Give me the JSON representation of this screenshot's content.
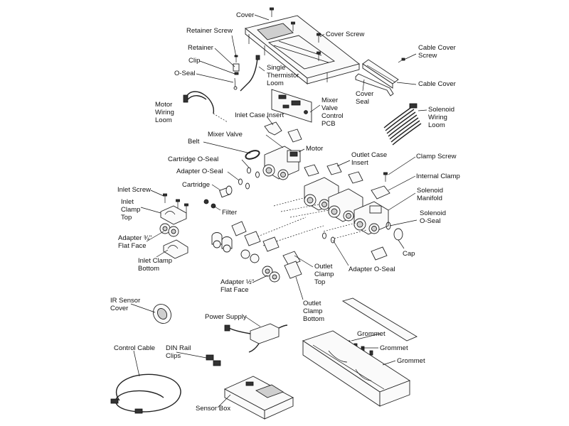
{
  "labels": {
    "cover": "Cover",
    "cover_screw": "Cover Screw",
    "retainer_screw": "Retainer Screw",
    "retainer": "Retainer",
    "clip": "Clip",
    "o_seal": "O-Seal",
    "single_thermistor_loom": "Single\nThermistor\nLoom",
    "cable_cover_screw": "Cable Cover\nScrew",
    "cable_cover": "Cable Cover",
    "cover_seal": "Cover\nSeal",
    "motor_wiring_loom": "Motor\nWiring\nLoom",
    "mixer_valve_control_pcb": "Mixer\nValve\nControl\nPCB",
    "inlet_case_insert": "Inlet Case Insert",
    "solenoid_wiring_loom": "Solenoid\nWiring\nLoom",
    "mixer_valve": "Mixer Valve",
    "belt": "Belt",
    "motor": "Motor",
    "outlet_case_insert": "Outlet Case\nInsert",
    "clamp_screw": "Clamp Screw",
    "cartridge_o_seal": "Cartridge O-Seal",
    "internal_clamp": "Internal Clamp",
    "adapter_o_seal_top": "Adapter O-Seal",
    "cartridge": "Cartridge",
    "solenoid_manifold": "Solenoid\nManifold",
    "inlet_screw": "Inlet Screw",
    "filter": "Filter",
    "inlet_clamp_top": "Inlet\nClamp\nTop",
    "solenoid_o_seal": "Solenoid\nO-Seal",
    "adapter_34_flat_face": "Adapter ¾\"\nFlat Face",
    "cap": "Cap",
    "inlet_clamp_bottom": "Inlet Clamp\nBottom",
    "outlet_clamp_top": "Outlet\nClamp\nTop",
    "adapter_o_seal_bottom": "Adapter O-Seal",
    "adapter_12_flat_face": "Adapter ½\"\nFlat Face",
    "outlet_clamp_bottom": "Outlet\nClamp\nBottom",
    "ir_sensor_cover": "IR Sensor\nCover",
    "power_supply": "Power Supply",
    "grommet_1": "Grommet",
    "grommet_2": "Grommet",
    "grommet_3": "Grommet",
    "control_cable": "Control Cable",
    "din_rail_clips": "DIN Rail\nClips",
    "sensor_box": "Sensor Box"
  }
}
